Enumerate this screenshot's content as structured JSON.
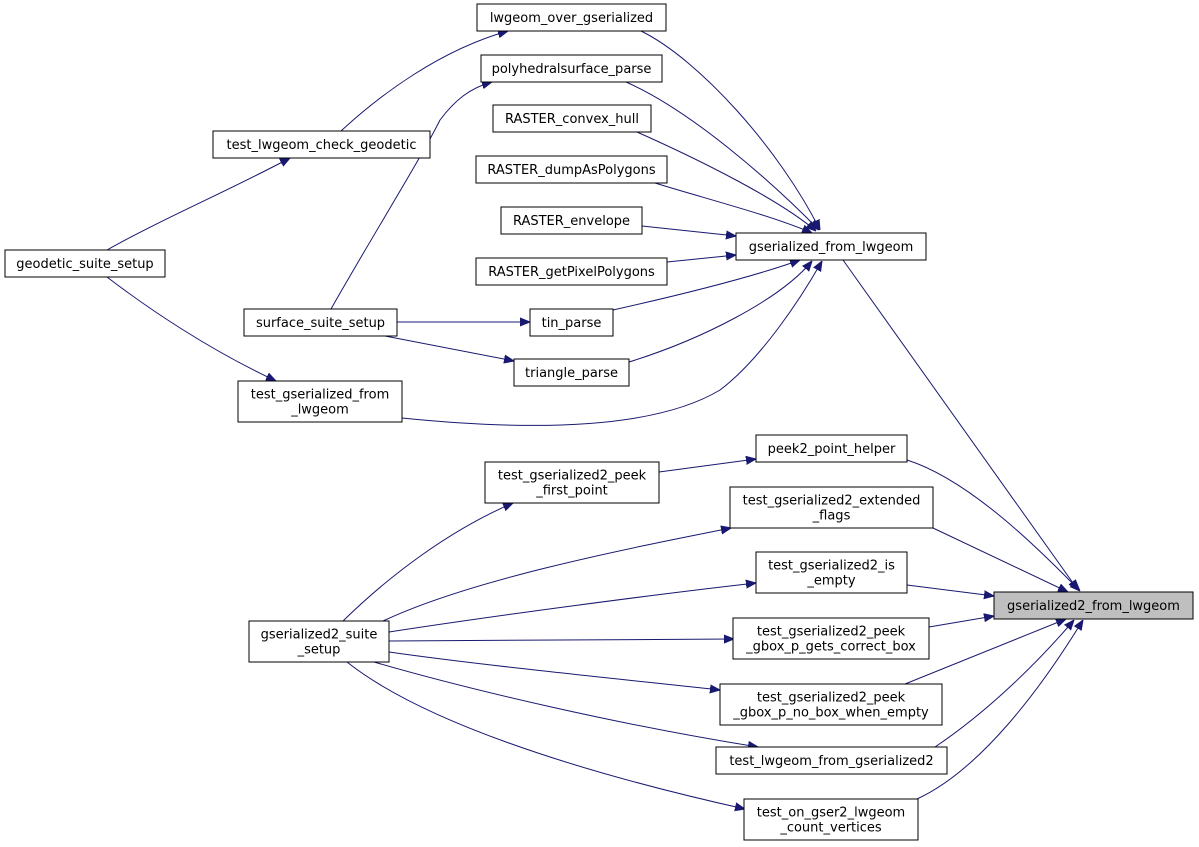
{
  "title": "",
  "colors": {
    "edge": "#191970",
    "node_border": "#000000",
    "node_fill": "#ffffff",
    "target_fill": "#bfbfbf",
    "text": "#000000"
  },
  "nodes": [
    {
      "id": "gserialized2_from_lwgeom",
      "lines": [
        "gserialized2_from_lwgeom"
      ],
      "highlighted": true
    },
    {
      "id": "lwgeom_over_gserialized",
      "lines": [
        "lwgeom_over_gserialized"
      ]
    },
    {
      "id": "polyhedralsurface_parse",
      "lines": [
        "polyhedralsurface_parse"
      ]
    },
    {
      "id": "RASTER_convex_hull",
      "lines": [
        "RASTER_convex_hull"
      ]
    },
    {
      "id": "RASTER_dumpAsPolygons",
      "lines": [
        "RASTER_dumpAsPolygons"
      ]
    },
    {
      "id": "RASTER_envelope",
      "lines": [
        "RASTER_envelope"
      ]
    },
    {
      "id": "RASTER_getPixelPolygons",
      "lines": [
        "RASTER_getPixelPolygons"
      ]
    },
    {
      "id": "gserialized_from_lwgeom",
      "lines": [
        "gserialized_from_lwgeom"
      ]
    },
    {
      "id": "test_lwgeom_check_geodetic",
      "lines": [
        "test_lwgeom_check_geodetic"
      ]
    },
    {
      "id": "geodetic_suite_setup",
      "lines": [
        "geodetic_suite_setup"
      ]
    },
    {
      "id": "surface_suite_setup",
      "lines": [
        "surface_suite_setup"
      ]
    },
    {
      "id": "tin_parse",
      "lines": [
        "tin_parse"
      ]
    },
    {
      "id": "triangle_parse",
      "lines": [
        "triangle_parse"
      ]
    },
    {
      "id": "test_gserialized_from_lwgeom",
      "lines": [
        "test_gserialized_from",
        "_lwgeom"
      ]
    },
    {
      "id": "peek2_point_helper",
      "lines": [
        "peek2_point_helper"
      ]
    },
    {
      "id": "test_gserialized2_peek_first_point",
      "lines": [
        "test_gserialized2_peek",
        "_first_point"
      ]
    },
    {
      "id": "test_gserialized2_extended_flags",
      "lines": [
        "test_gserialized2_extended",
        "_flags"
      ]
    },
    {
      "id": "test_gserialized2_is_empty",
      "lines": [
        "test_gserialized2_is",
        "_empty"
      ]
    },
    {
      "id": "gserialized2_suite_setup",
      "lines": [
        "gserialized2_suite",
        "_setup"
      ]
    },
    {
      "id": "test_gserialized2_peek_gbox_p_gets_correct_box",
      "lines": [
        "test_gserialized2_peek",
        "_gbox_p_gets_correct_box"
      ]
    },
    {
      "id": "test_gserialized2_peek_gbox_p_no_box_when_empty",
      "lines": [
        "test_gserialized2_peek",
        "_gbox_p_no_box_when_empty"
      ]
    },
    {
      "id": "test_lwgeom_from_gserialized2",
      "lines": [
        "test_lwgeom_from_gserialized2"
      ]
    },
    {
      "id": "test_on_gser2_lwgeom_count_vertices",
      "lines": [
        "test_on_gser2_lwgeom",
        "_count_vertices"
      ]
    }
  ],
  "edges": [
    {
      "from": "lwgeom_over_gserialized",
      "to": "gserialized_from_lwgeom"
    },
    {
      "from": "polyhedralsurface_parse",
      "to": "gserialized_from_lwgeom"
    },
    {
      "from": "RASTER_convex_hull",
      "to": "gserialized_from_lwgeom"
    },
    {
      "from": "RASTER_dumpAsPolygons",
      "to": "gserialized_from_lwgeom"
    },
    {
      "from": "RASTER_envelope",
      "to": "gserialized_from_lwgeom"
    },
    {
      "from": "RASTER_getPixelPolygons",
      "to": "gserialized_from_lwgeom"
    },
    {
      "from": "tin_parse",
      "to": "gserialized_from_lwgeom"
    },
    {
      "from": "triangle_parse",
      "to": "gserialized_from_lwgeom"
    },
    {
      "from": "test_gserialized_from_lwgeom",
      "to": "gserialized_from_lwgeom"
    },
    {
      "from": "gserialized_from_lwgeom",
      "to": "gserialized2_from_lwgeom"
    },
    {
      "from": "test_lwgeom_check_geodetic",
      "to": "lwgeom_over_gserialized"
    },
    {
      "from": "geodetic_suite_setup",
      "to": "test_lwgeom_check_geodetic"
    },
    {
      "from": "geodetic_suite_setup",
      "to": "test_gserialized_from_lwgeom"
    },
    {
      "from": "surface_suite_setup",
      "to": "polyhedralsurface_parse"
    },
    {
      "from": "surface_suite_setup",
      "to": "tin_parse"
    },
    {
      "from": "surface_suite_setup",
      "to": "triangle_parse"
    },
    {
      "from": "peek2_point_helper",
      "to": "gserialized2_from_lwgeom"
    },
    {
      "from": "test_gserialized2_peek_first_point",
      "to": "peek2_point_helper"
    },
    {
      "from": "gserialized2_suite_setup",
      "to": "test_gserialized2_peek_first_point"
    },
    {
      "from": "gserialized2_suite_setup",
      "to": "test_gserialized2_extended_flags"
    },
    {
      "from": "gserialized2_suite_setup",
      "to": "test_gserialized2_is_empty"
    },
    {
      "from": "gserialized2_suite_setup",
      "to": "test_gserialized2_peek_gbox_p_gets_correct_box"
    },
    {
      "from": "gserialized2_suite_setup",
      "to": "test_gserialized2_peek_gbox_p_no_box_when_empty"
    },
    {
      "from": "gserialized2_suite_setup",
      "to": "test_lwgeom_from_gserialized2"
    },
    {
      "from": "gserialized2_suite_setup",
      "to": "test_on_gser2_lwgeom_count_vertices"
    },
    {
      "from": "test_gserialized2_extended_flags",
      "to": "gserialized2_from_lwgeom"
    },
    {
      "from": "test_gserialized2_is_empty",
      "to": "gserialized2_from_lwgeom"
    },
    {
      "from": "test_gserialized2_peek_gbox_p_gets_correct_box",
      "to": "gserialized2_from_lwgeom"
    },
    {
      "from": "test_gserialized2_peek_gbox_p_no_box_when_empty",
      "to": "gserialized2_from_lwgeom"
    },
    {
      "from": "test_lwgeom_from_gserialized2",
      "to": "gserialized2_from_lwgeom"
    },
    {
      "from": "test_on_gser2_lwgeom_count_vertices",
      "to": "gserialized2_from_lwgeom"
    }
  ]
}
